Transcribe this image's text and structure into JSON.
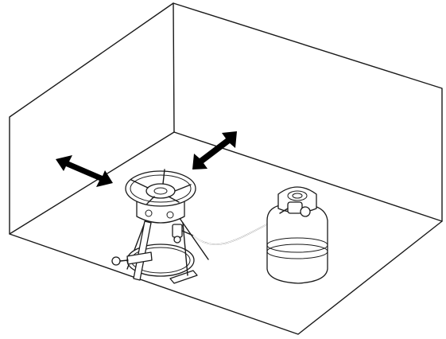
{
  "scene": {
    "subject": "outdoor-burner-clearance",
    "icons": [
      "room-enclosure",
      "clearance-arrow",
      "propane-burner-stove",
      "propane-hose",
      "propane-tank"
    ],
    "colors": {
      "line": "#1a1a1a",
      "arrow": "#000000",
      "background": "#ffffff"
    }
  }
}
